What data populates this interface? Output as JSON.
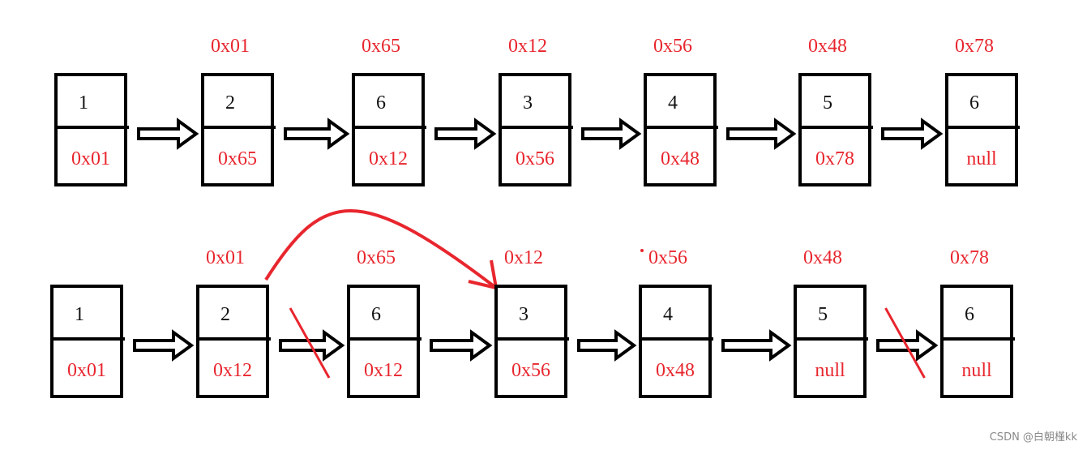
{
  "rows": [
    {
      "nodes": [
        {
          "addr": "",
          "value": "1",
          "next": "0x01"
        },
        {
          "addr": "0x01",
          "value": "2",
          "next": "0x65"
        },
        {
          "addr": "0x65",
          "value": "6",
          "next": "0x12"
        },
        {
          "addr": "0x12",
          "value": "3",
          "next": "0x56"
        },
        {
          "addr": "0x56",
          "value": "4",
          "next": "0x48"
        },
        {
          "addr": "0x48",
          "value": "5",
          "next": "0x78"
        },
        {
          "addr": "0x78",
          "value": "6",
          "next": "null"
        }
      ],
      "links": [
        {
          "from": 0,
          "to": 1,
          "crossed": false
        },
        {
          "from": 1,
          "to": 2,
          "crossed": false
        },
        {
          "from": 2,
          "to": 3,
          "crossed": false
        },
        {
          "from": 3,
          "to": 4,
          "crossed": false
        },
        {
          "from": 4,
          "to": 5,
          "crossed": false
        },
        {
          "from": 5,
          "to": 6,
          "crossed": false
        }
      ]
    },
    {
      "nodes": [
        {
          "addr": "",
          "value": "1",
          "next": "0x01"
        },
        {
          "addr": "0x01",
          "value": "2",
          "next": "0x12"
        },
        {
          "addr": "0x65",
          "value": "6",
          "next": "0x12"
        },
        {
          "addr": "0x12",
          "value": "3",
          "next": "0x56"
        },
        {
          "addr": "0x56",
          "value": "4",
          "next": "0x48"
        },
        {
          "addr": "0x48",
          "value": "5",
          "next": "null"
        },
        {
          "addr": "0x78",
          "value": "6",
          "next": "null"
        }
      ],
      "links": [
        {
          "from": 0,
          "to": 1,
          "crossed": false
        },
        {
          "from": 1,
          "to": 2,
          "crossed": true
        },
        {
          "from": 2,
          "to": 3,
          "crossed": false
        },
        {
          "from": 3,
          "to": 4,
          "crossed": false
        },
        {
          "from": 4,
          "to": 5,
          "crossed": false
        },
        {
          "from": 5,
          "to": 6,
          "crossed": true
        }
      ],
      "bypass": {
        "from": 1,
        "to": 3
      }
    }
  ],
  "colors": {
    "stroke": "#000000",
    "accent": "#e8262e"
  },
  "watermark": "CSDN @白朝槿kk"
}
